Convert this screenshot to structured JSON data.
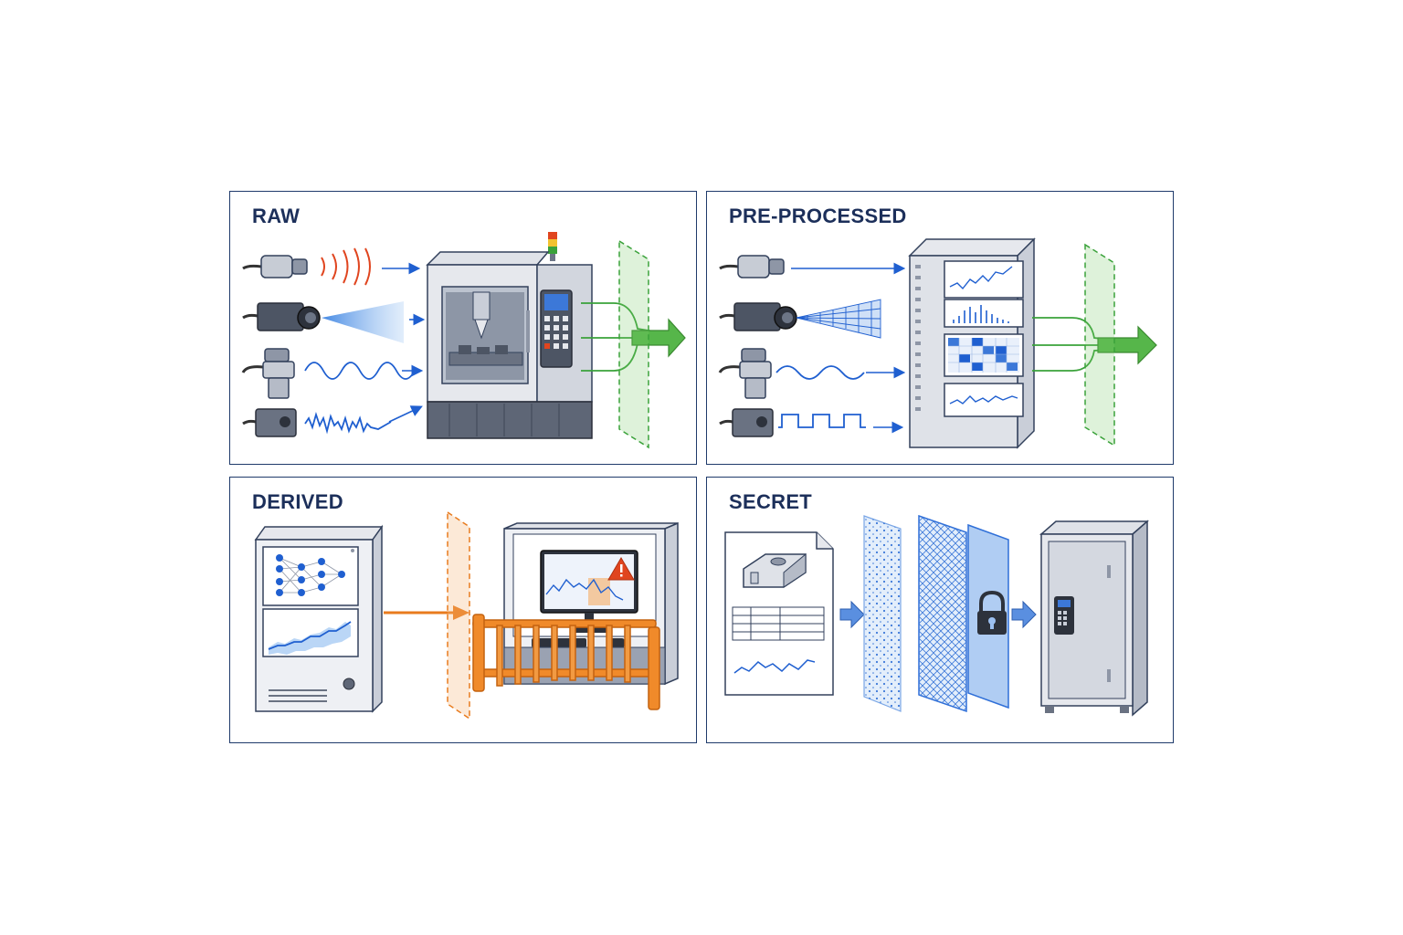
{
  "panels": {
    "raw": {
      "title": "RAW"
    },
    "preprocessed": {
      "title": "PRE-PROCESSED"
    },
    "derived": {
      "title": "DERIVED"
    },
    "secret": {
      "title": "SECRET"
    }
  },
  "colors": {
    "frame": "#1f3a6b",
    "signal_blue": "#1f5fd0",
    "wave_red": "#e0451f",
    "flow_green": "#3aa23a",
    "derived_orange": "#e87b1e",
    "machine_gray": "#c9ced8"
  },
  "icons": {
    "raw": [
      "acoustic-sensor-icon",
      "camera-icon",
      "vibration-sensor-icon",
      "current-sensor-icon",
      "cnc-machine-icon",
      "data-boundary-icon"
    ],
    "preprocessed": [
      "acoustic-sensor-icon",
      "camera-icon",
      "vibration-sensor-icon",
      "current-sensor-icon",
      "server-rack-icon",
      "data-boundary-icon"
    ],
    "derived": [
      "ml-server-icon",
      "process-boundary-icon",
      "control-station-icon",
      "warning-icon",
      "safety-railing-icon"
    ],
    "secret": [
      "part-drawing-document-icon",
      "encryption-layer-icon",
      "padlock-icon",
      "safe-cabinet-icon"
    ]
  }
}
